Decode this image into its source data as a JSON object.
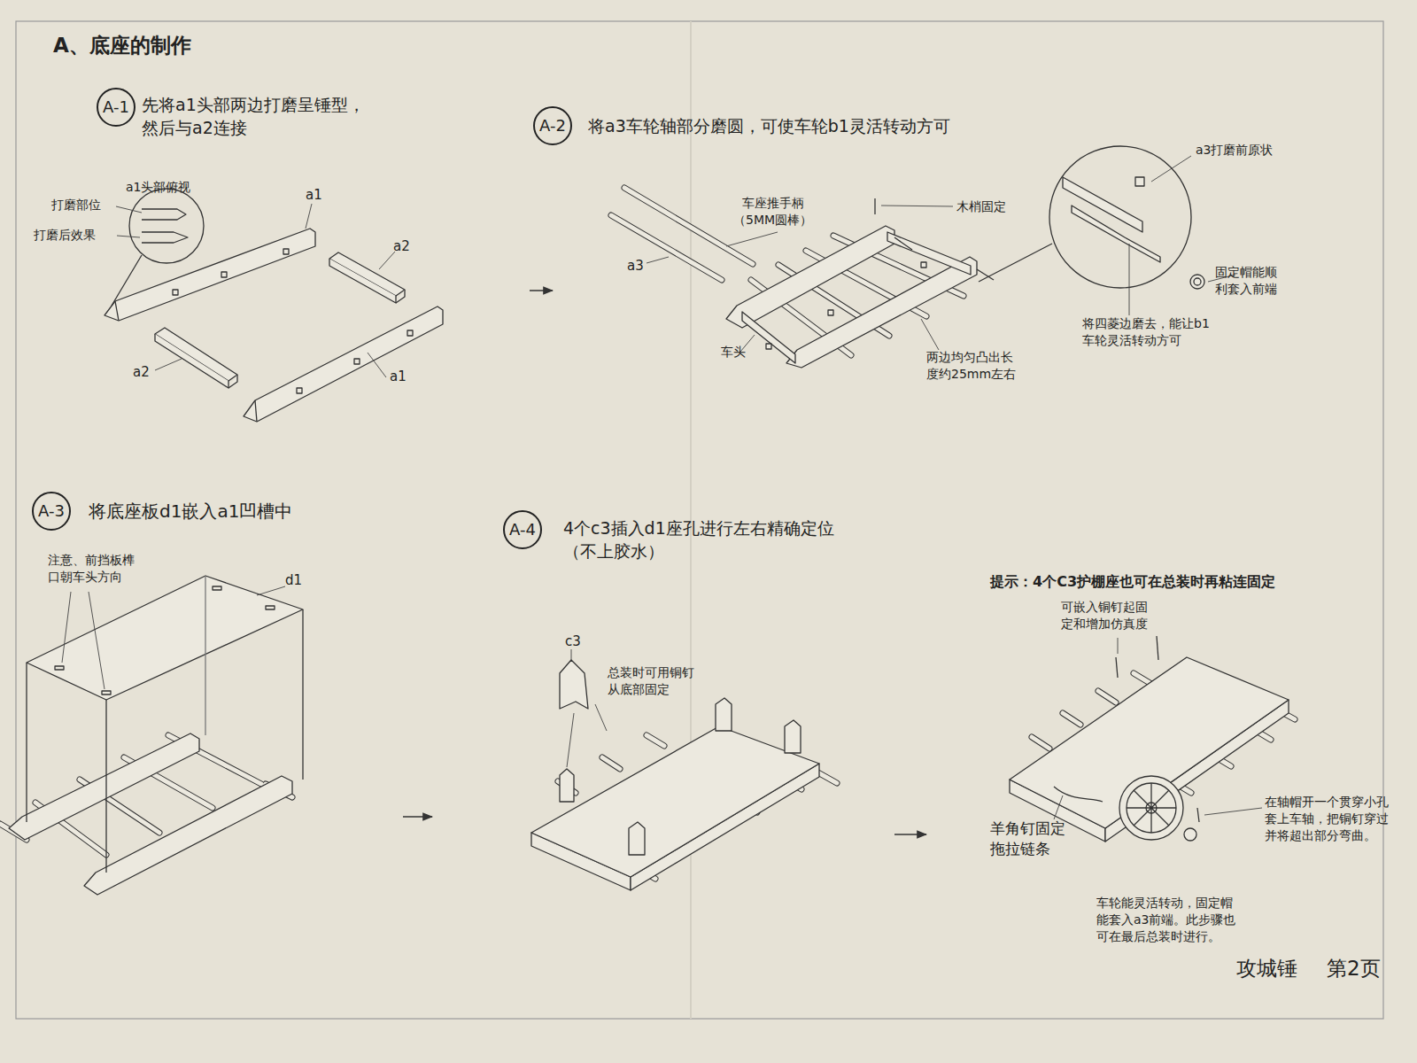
{
  "diagram": {
    "title": "A、底座的制作",
    "nodes": [
      {
        "text": [
          "A-1"
        ]
      },
      {
        "text": [
          "A-2"
        ]
      },
      {
        "text": [
          "A-3"
        ]
      },
      {
        "text": [
          "A-4"
        ]
      }
    ],
    "labels": [
      "先将a1头部两边打磨呈锤型， 然后与a2连接",
      "a1头部俯视",
      "打磨部位",
      "打磨后效果",
      "a1",
      "a2",
      "a2",
      "a1",
      "将a3车轮轴部分磨圆，可使车轮b1灵活转动方可",
      "车座推手柄 （5MM圆棒）",
      "木梢固定",
      "a3",
      "车头",
      "两边均匀凸出长 度约25mm左右",
      "a3打磨前原状",
      "固定帽能顺 利套入前端",
      "将四菱边磨去，能让b1 车轮灵活转动方可",
      "将底座板d1嵌入a1凹槽中",
      "注意、前挡板榫 口朝车头方向",
      "d1",
      "4个c3插入d1座孔进行左右精确定位 （不上胶水）",
      "c3",
      "总装时可用铜钉 从底部固定",
      "提示：4个C3护棚座也可在总装时再粘连固定",
      "可嵌入铜钉起固 定和增加仿真度",
      "羊角钉固定 拖拉链条",
      "在轴帽开一个贯穿小孔 套上车轴，把铜钉穿过 并将超出部分弯曲。",
      "车轮能灵活转动，固定帽 能套入a3前端。此步骤也 可在最后总装时进行。",
      "攻城锤",
      "第2页"
    ]
  }
}
